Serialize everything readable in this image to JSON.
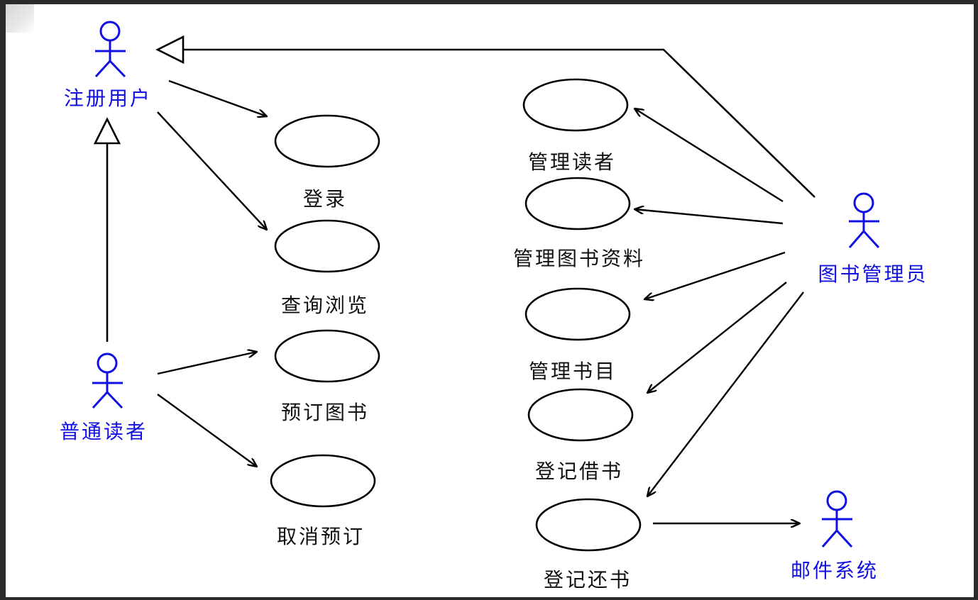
{
  "colors": {
    "actor": "#1010e0",
    "line": "#000000",
    "background": "#ffffff",
    "frame": "#2b2b2b"
  },
  "actors": [
    {
      "id": "registered-user",
      "label": "注册用户"
    },
    {
      "id": "ordinary-reader",
      "label": "普通读者"
    },
    {
      "id": "librarian",
      "label": "图书管理员"
    },
    {
      "id": "mail-system",
      "label": "邮件系统"
    }
  ],
  "use_cases": [
    {
      "id": "login",
      "label": "登录"
    },
    {
      "id": "search-browse",
      "label": "查询浏览"
    },
    {
      "id": "reserve-book",
      "label": "预订图书"
    },
    {
      "id": "cancel-reservation",
      "label": "取消预订"
    },
    {
      "id": "manage-readers",
      "label": "管理读者"
    },
    {
      "id": "manage-book-data",
      "label": "管理图书资料"
    },
    {
      "id": "manage-catalog",
      "label": "管理书目"
    },
    {
      "id": "register-borrow",
      "label": "登记借书"
    },
    {
      "id": "register-return",
      "label": "登记还书"
    }
  ],
  "relations": [
    {
      "type": "generalization",
      "from": "ordinary-reader",
      "to": "registered-user"
    },
    {
      "type": "generalization",
      "from": "librarian",
      "to": "registered-user"
    },
    {
      "type": "association",
      "from": "registered-user",
      "to": "login"
    },
    {
      "type": "association",
      "from": "registered-user",
      "to": "search-browse"
    },
    {
      "type": "association",
      "from": "ordinary-reader",
      "to": "reserve-book"
    },
    {
      "type": "association",
      "from": "ordinary-reader",
      "to": "cancel-reservation"
    },
    {
      "type": "association",
      "from": "librarian",
      "to": "manage-readers"
    },
    {
      "type": "association",
      "from": "librarian",
      "to": "manage-book-data"
    },
    {
      "type": "association",
      "from": "librarian",
      "to": "manage-catalog"
    },
    {
      "type": "association",
      "from": "librarian",
      "to": "register-borrow"
    },
    {
      "type": "association",
      "from": "librarian",
      "to": "register-return"
    },
    {
      "type": "association",
      "from": "register-return",
      "to": "mail-system"
    }
  ]
}
